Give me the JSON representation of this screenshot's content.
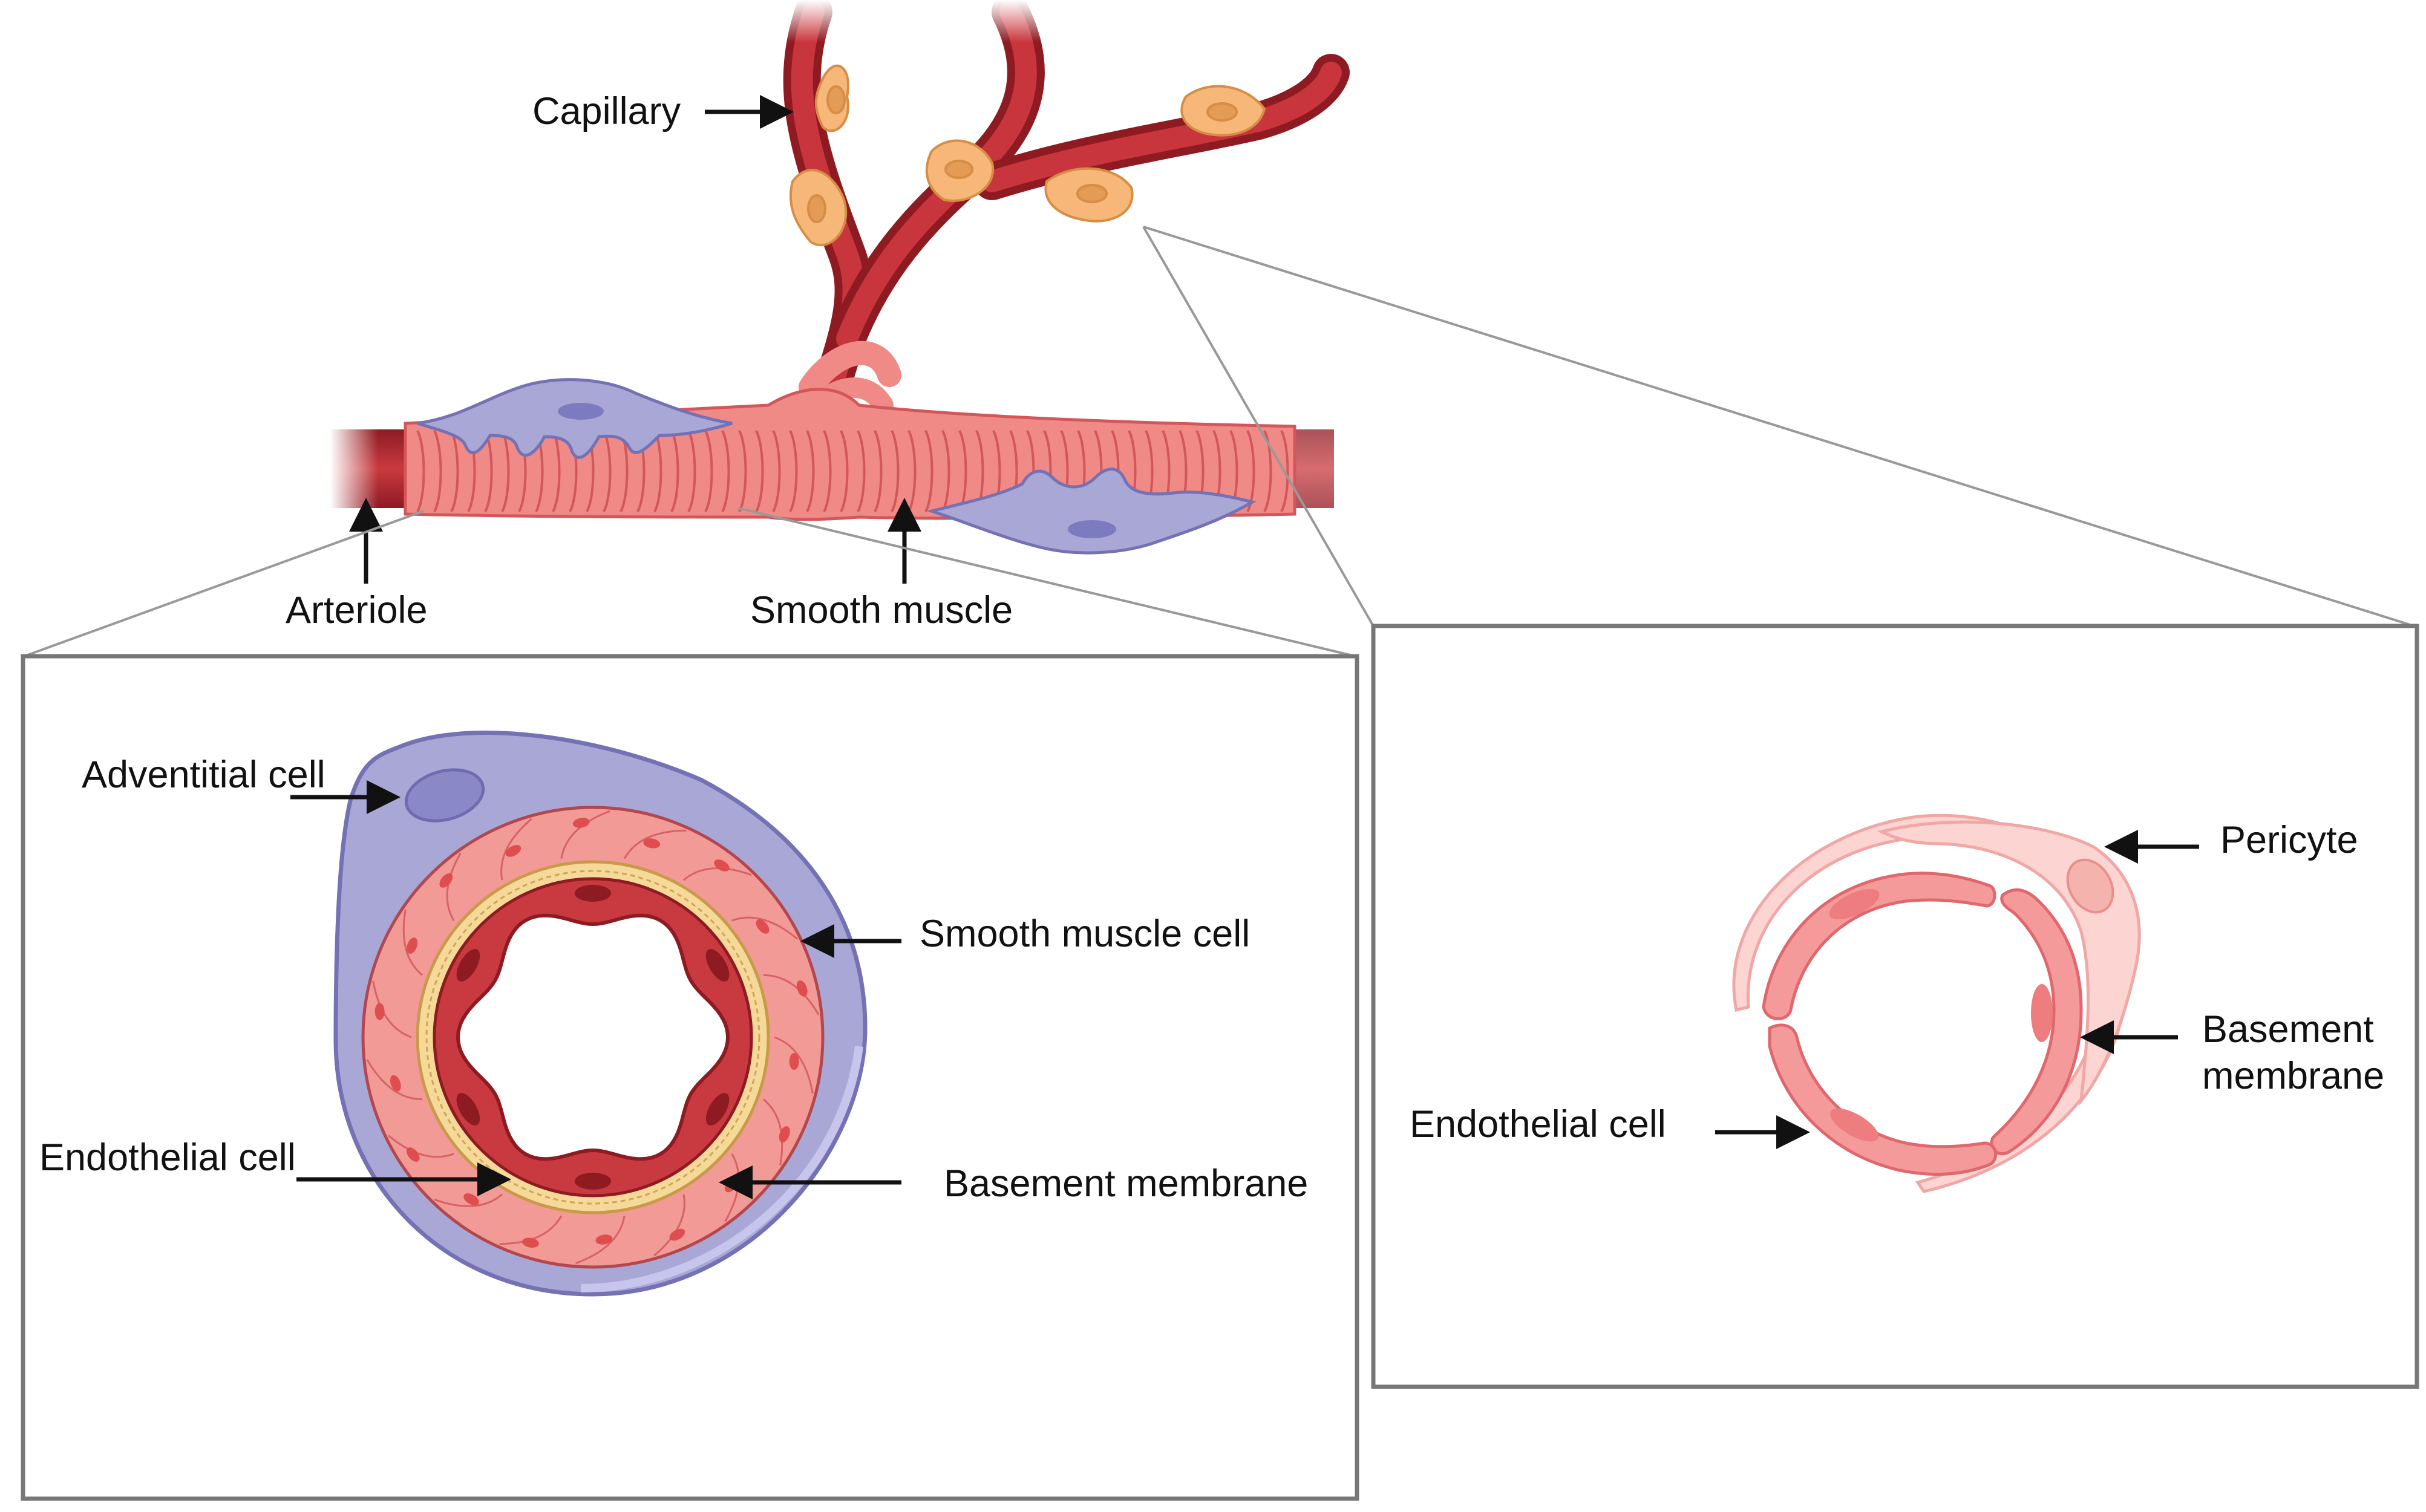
{
  "labels": {
    "capillary": "Capillary",
    "arteriole": "Arteriole",
    "smooth_muscle": "Smooth muscle",
    "adventitial_cell": "Adventitial cell",
    "smooth_muscle_cell": "Smooth muscle cell",
    "endothelial_cell_left": "Endothelial cell",
    "basement_membrane_left": "Basement membrane",
    "pericyte": "Pericyte",
    "basement_membrane_right_line1": "Basement",
    "basement_membrane_right_line2": "membrane",
    "endothelial_cell_right": "Endothelial cell"
  },
  "colors": {
    "vessel_dark": "#a8232c",
    "vessel_mid": "#c9353c",
    "smooth_muscle": "#f08a86",
    "smooth_muscle_line": "#d3575a",
    "adventitial": "#a8a7d6",
    "adventitial_edge": "#7471b4",
    "pericyte": "#f6b779",
    "basement": "#f5d998",
    "endothelial_light": "#f49a9a",
    "pericyte_pale": "#fcd4d2",
    "box_stroke": "#777777",
    "arrow": "#111111"
  }
}
